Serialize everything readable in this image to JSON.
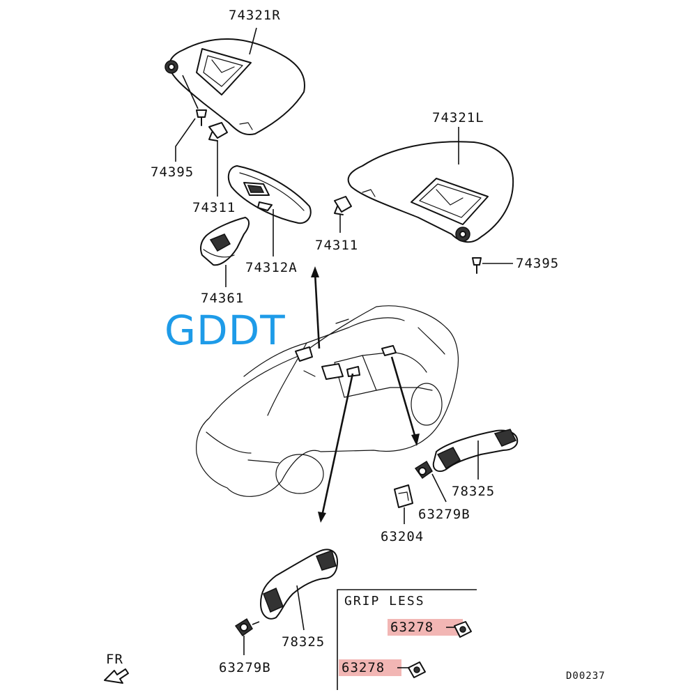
{
  "watermark": "GDDT",
  "labels": {
    "sun_visor_rh": "74321R",
    "sun_visor_lh": "74321L",
    "screw_rh": "74395",
    "screw_lh": "74395",
    "holder_rh": "74311",
    "holder_lh": "74311",
    "mirror": "74312A",
    "dome_lamp": "74361",
    "grip_rear": "78325",
    "grip_front": "78325",
    "clip_rear": "63279B",
    "clip_front": "63279B",
    "bracket": "63204"
  },
  "grip_less": {
    "title": "GRIP LESS",
    "part_a": "63278",
    "part_b": "63278"
  },
  "orientation": "FR",
  "drawing_code": "D00237",
  "colors": {
    "highlight": "#f2b6b4",
    "watermark": "#1e9be8"
  }
}
